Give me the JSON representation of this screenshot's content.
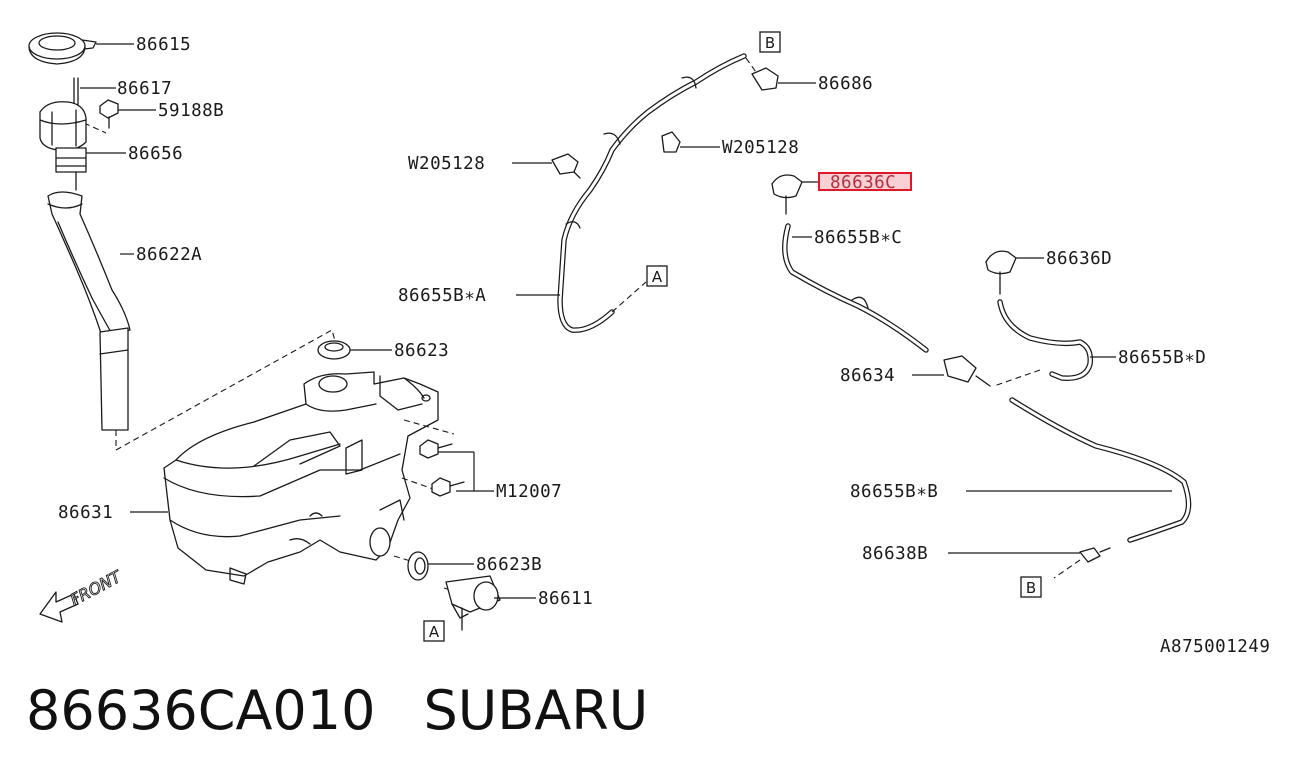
{
  "diagram": {
    "callouts": {
      "p86615": "86615",
      "p86617": "86617",
      "p59188B": "59188B",
      "p86656": "86656",
      "p86622A": "86622A",
      "p86623": "86623",
      "p86631": "86631",
      "pM12007": "M12007",
      "p86623B": "86623B",
      "p86611": "86611",
      "pW205128_left": "W205128",
      "pW205128_right": "W205128",
      "p86686": "86686",
      "p86655BA": "86655B∗A",
      "p86636C": "86636C",
      "p86655BC": "86655B∗C",
      "p86636D": "86636D",
      "p86655BD": "86655B∗D",
      "p86634": "86634",
      "p86655BB": "86655B∗B",
      "p86638B": "86638B"
    },
    "ref_boxes": {
      "box_b_top": "B",
      "box_a_mid": "A",
      "box_a_bottom": "A",
      "box_b_bottom": "B"
    },
    "front_label": "FRONT",
    "drawing_code": "A875001249",
    "highlighted_part": "86636C",
    "highlight_color": "#e0182a"
  },
  "footer": {
    "part_number": "86636CA010",
    "brand": "SUBARU"
  }
}
